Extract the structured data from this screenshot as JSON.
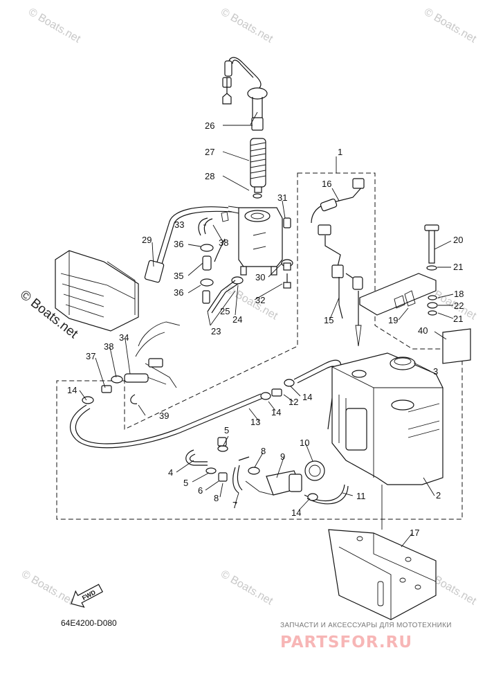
{
  "diagram_code": "64E4200-D080",
  "watermark": "© Boats.net",
  "brand": {
    "top_line": "ЗАПЧАСТИ И АКСЕССУАРЫ ДЛЯ МОТОТЕХНИКИ",
    "main_line": "PARTSFOR.RU"
  },
  "fwd_label": "FWD",
  "callouts": [
    "1",
    "2",
    "3",
    "4",
    "5",
    "5",
    "6",
    "7",
    "8",
    "8",
    "9",
    "10",
    "11",
    "12",
    "13",
    "14",
    "14",
    "14",
    "14",
    "15",
    "16",
    "17",
    "18",
    "19",
    "20",
    "21",
    "21",
    "22",
    "23",
    "24",
    "25",
    "26",
    "27",
    "28",
    "29",
    "30",
    "31",
    "32",
    "33",
    "34",
    "35",
    "36",
    "36",
    "37",
    "38",
    "38",
    "39",
    "40"
  ]
}
